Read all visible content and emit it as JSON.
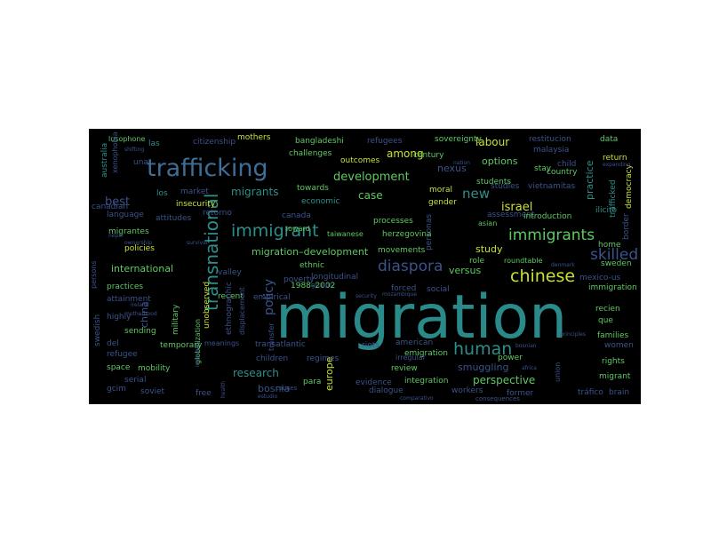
{
  "wordcloud": {
    "background": "#000000",
    "palette": [
      "#440154",
      "#3b528b",
      "#21918c",
      "#5ec962",
      "#fde725"
    ],
    "words": [
      {
        "text": "migration",
        "color": "#2a8a8a"
      },
      {
        "text": "trafficking",
        "color": "#3e6e95"
      },
      {
        "text": "transnational",
        "color": "#2d8e8a"
      },
      {
        "text": "immigrants",
        "color": "#5ec962"
      },
      {
        "text": "chinese",
        "color": "#c9e033"
      },
      {
        "text": "human",
        "color": "#2d8e8a"
      },
      {
        "text": "diaspora",
        "color": "#3b528b"
      },
      {
        "text": "immigrant",
        "color": "#2d8e8a"
      },
      {
        "text": "skilled",
        "color": "#3b528b"
      },
      {
        "text": "new",
        "color": "#2d8e8a"
      },
      {
        "text": "policy",
        "color": "#3b528b"
      },
      {
        "text": "labour",
        "color": "#c9e033"
      },
      {
        "text": "israel",
        "color": "#c9e033"
      },
      {
        "text": "development",
        "color": "#5ec962"
      },
      {
        "text": "perspective",
        "color": "#5ec962"
      },
      {
        "text": "migrants",
        "color": "#2d8e8a"
      },
      {
        "text": "migration–development",
        "color": "#5ec962"
      },
      {
        "text": "international",
        "color": "#5ec962"
      },
      {
        "text": "research",
        "color": "#2d8e8a"
      },
      {
        "text": "case",
        "color": "#5ec962"
      },
      {
        "text": "best",
        "color": "#3b528b"
      },
      {
        "text": "among",
        "color": "#c9e033"
      },
      {
        "text": "options",
        "color": "#5ec962"
      },
      {
        "text": "study",
        "color": "#c9e033"
      },
      {
        "text": "europe",
        "color": "#c9e033"
      },
      {
        "text": "smuggling",
        "color": "#3b528b"
      },
      {
        "text": "nexus",
        "color": "#3b528b"
      },
      {
        "text": "practice",
        "color": "#2d8e8a"
      },
      {
        "text": "china",
        "color": "#3b528b"
      },
      {
        "text": "bosnia",
        "color": "#3b528b"
      },
      {
        "text": "versus",
        "color": "#5ec962"
      },
      {
        "text": "citizenship",
        "color": "#3b528b"
      },
      {
        "text": "mothers",
        "color": "#c9e033"
      },
      {
        "text": "bangladeshi",
        "color": "#5ec962"
      },
      {
        "text": "refugees",
        "color": "#3b528b"
      },
      {
        "text": "sovereignty",
        "color": "#5ec962"
      },
      {
        "text": "restitucion",
        "color": "#3b528b"
      },
      {
        "text": "data",
        "color": "#5ec962"
      },
      {
        "text": "lusophone",
        "color": "#5ec962"
      },
      {
        "text": "las",
        "color": "#2d8e8a"
      },
      {
        "text": "challenges",
        "color": "#5ec962"
      },
      {
        "text": "outcomes",
        "color": "#c9e033"
      },
      {
        "text": "century",
        "color": "#5ec962"
      },
      {
        "text": "malaysia",
        "color": "#3b528b"
      },
      {
        "text": "return",
        "color": "#c9e033"
      },
      {
        "text": "stay",
        "color": "#5ec962"
      },
      {
        "text": "country",
        "color": "#5ec962"
      },
      {
        "text": "child",
        "color": "#3b528b"
      },
      {
        "text": "students",
        "color": "#5ec962"
      },
      {
        "text": "una",
        "color": "#3b528b"
      },
      {
        "text": "australia",
        "color": "#2d8e8a"
      },
      {
        "text": "xenophobia",
        "color": "#3b528b"
      },
      {
        "text": "canadian",
        "color": "#3b528b"
      },
      {
        "text": "los",
        "color": "#2d8e8a"
      },
      {
        "text": "market",
        "color": "#3b528b"
      },
      {
        "text": "insecurity",
        "color": "#c9e033"
      },
      {
        "text": "towards",
        "color": "#5ec962"
      },
      {
        "text": "economic",
        "color": "#2d8e8a"
      },
      {
        "text": "moral",
        "color": "#c9e033"
      },
      {
        "text": "studies",
        "color": "#3b528b"
      },
      {
        "text": "vietnamitas",
        "color": "#3b528b"
      },
      {
        "text": "trafficked",
        "color": "#2d8e8a"
      },
      {
        "text": "democracy",
        "color": "#c9e033"
      },
      {
        "text": "language",
        "color": "#3b528b"
      },
      {
        "text": "attitudes",
        "color": "#3b528b"
      },
      {
        "text": "retorno",
        "color": "#3b528b"
      },
      {
        "text": "canada",
        "color": "#3b528b"
      },
      {
        "text": "gender",
        "color": "#c9e033"
      },
      {
        "text": "assessment",
        "color": "#3b528b"
      },
      {
        "text": "introduction",
        "color": "#5ec962"
      },
      {
        "text": "ilicito",
        "color": "#2d8e8a"
      },
      {
        "text": "border",
        "color": "#3b528b"
      },
      {
        "text": "migrantes",
        "color": "#5ec962"
      },
      {
        "text": "toward",
        "color": "#5ec962"
      },
      {
        "text": "processes",
        "color": "#5ec962"
      },
      {
        "text": "taiwanese",
        "color": "#5ec962"
      },
      {
        "text": "personas",
        "color": "#3b528b"
      },
      {
        "text": "asian",
        "color": "#5ec962"
      },
      {
        "text": "home",
        "color": "#5ec962"
      },
      {
        "text": "policies",
        "color": "#c9e033"
      },
      {
        "text": "herzegovina",
        "color": "#5ec962"
      },
      {
        "text": "movements",
        "color": "#5ec962"
      },
      {
        "text": "role",
        "color": "#5ec962"
      },
      {
        "text": "roundtable",
        "color": "#5ec962"
      },
      {
        "text": "sweden",
        "color": "#5ec962"
      },
      {
        "text": "valley",
        "color": "#3b528b"
      },
      {
        "text": "ethnic",
        "color": "#5ec962"
      },
      {
        "text": "mexico-us",
        "color": "#3b528b"
      },
      {
        "text": "practices",
        "color": "#5ec962"
      },
      {
        "text": "poverty",
        "color": "#3b528b"
      },
      {
        "text": "longitudinal",
        "color": "#3b528b"
      },
      {
        "text": "forced",
        "color": "#3b528b"
      },
      {
        "text": "immigration",
        "color": "#5ec962"
      },
      {
        "text": "recien",
        "color": "#5ec962"
      },
      {
        "text": "attainment",
        "color": "#3b528b"
      },
      {
        "text": "1988–2002",
        "color": "#5ec962"
      },
      {
        "text": "social",
        "color": "#3b528b"
      },
      {
        "text": "highly",
        "color": "#3b528b"
      },
      {
        "text": "unobserved",
        "color": "#c9e033"
      },
      {
        "text": "recent",
        "color": "#5ec962"
      },
      {
        "text": "empirical",
        "color": "#3b528b"
      },
      {
        "text": "que",
        "color": "#5ec962"
      },
      {
        "text": "sending",
        "color": "#5ec962"
      },
      {
        "text": "military",
        "color": "#5ec962"
      },
      {
        "text": "del",
        "color": "#3b528b"
      },
      {
        "text": "temporary",
        "color": "#5ec962"
      },
      {
        "text": "families",
        "color": "#5ec962"
      },
      {
        "text": "refugee",
        "color": "#3b528b"
      },
      {
        "text": "transatlantic",
        "color": "#3b528b"
      },
      {
        "text": "american",
        "color": "#3b528b"
      },
      {
        "text": "emigration",
        "color": "#5ec962"
      },
      {
        "text": "women",
        "color": "#3b528b"
      },
      {
        "text": "rights",
        "color": "#5ec962"
      },
      {
        "text": "space",
        "color": "#5ec962"
      },
      {
        "text": "mobility",
        "color": "#5ec962"
      },
      {
        "text": "children",
        "color": "#3b528b"
      },
      {
        "text": "regimes",
        "color": "#3b528b"
      },
      {
        "text": "riots",
        "color": "#3b528b"
      },
      {
        "text": "review",
        "color": "#5ec962"
      },
      {
        "text": "serial",
        "color": "#3b528b"
      },
      {
        "text": "para",
        "color": "#5ec962"
      },
      {
        "text": "evidence",
        "color": "#3b528b"
      },
      {
        "text": "integration",
        "color": "#5ec962"
      },
      {
        "text": "power",
        "color": "#5ec962"
      },
      {
        "text": "migrant",
        "color": "#5ec962"
      },
      {
        "text": "gcim",
        "color": "#3b528b"
      },
      {
        "text": "soviet",
        "color": "#3b528b"
      },
      {
        "text": "dialogue",
        "color": "#3b528b"
      },
      {
        "text": "workers",
        "color": "#3b528b"
      },
      {
        "text": "former",
        "color": "#3b528b"
      },
      {
        "text": "tráfico",
        "color": "#3b528b"
      },
      {
        "text": "brain",
        "color": "#3b528b"
      },
      {
        "text": "free",
        "color": "#3b528b"
      },
      {
        "text": "swedish",
        "color": "#3b528b"
      },
      {
        "text": "globalization",
        "color": "#5ec962"
      },
      {
        "text": "ethnographic",
        "color": "#3b528b"
      },
      {
        "text": "displacement",
        "color": "#3b528b"
      },
      {
        "text": "transfer",
        "color": "#3b528b"
      },
      {
        "text": "irregular",
        "color": "#3b528b"
      },
      {
        "text": "union",
        "color": "#3b528b"
      },
      {
        "text": "persons",
        "color": "#3b528b"
      },
      {
        "text": "nepal",
        "color": "#3b528b"
      },
      {
        "text": "groups",
        "color": "#3b528b"
      },
      {
        "text": "causes",
        "color": "#3b528b"
      },
      {
        "text": "health",
        "color": "#3b528b"
      },
      {
        "text": "comparativo",
        "color": "#3b528b"
      },
      {
        "text": "consequences",
        "color": "#3b528b"
      },
      {
        "text": "estudio",
        "color": "#3b528b"
      },
      {
        "text": "bosnian",
        "color": "#3b528b"
      },
      {
        "text": "mozambique",
        "color": "#3b528b"
      },
      {
        "text": "inequality",
        "color": "#3b528b"
      },
      {
        "text": "africa",
        "color": "#3b528b"
      },
      {
        "text": "principles",
        "color": "#3b528b"
      },
      {
        "text": "denmark",
        "color": "#3b528b"
      },
      {
        "text": "ireland",
        "color": "#3b528b"
      },
      {
        "text": "motherhood",
        "color": "#3b528b"
      },
      {
        "text": "ownership",
        "color": "#3b528b"
      },
      {
        "text": "survival",
        "color": "#3b528b"
      },
      {
        "text": "expanding",
        "color": "#3b528b"
      },
      {
        "text": "nation",
        "color": "#3b528b"
      },
      {
        "text": "security",
        "color": "#3b528b"
      },
      {
        "text": "shifting",
        "color": "#3b528b"
      },
      {
        "text": "meanings",
        "color": "#3b528b"
      }
    ]
  }
}
